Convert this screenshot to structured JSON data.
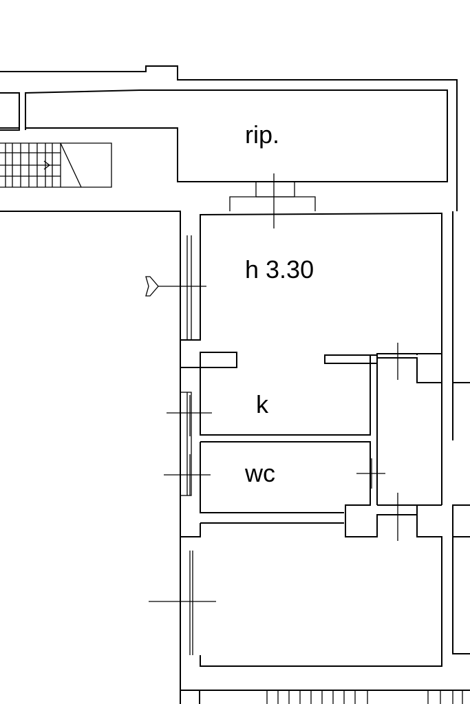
{
  "rooms": {
    "storage": "rip.",
    "height_note": "h 3.30",
    "kitchen": "k",
    "toilet": "wc"
  }
}
